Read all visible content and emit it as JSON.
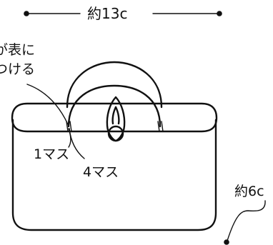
{
  "dimensions": {
    "width_label": "約13c",
    "depth_label": "約6c"
  },
  "annotations": {
    "label_line1": "が表に",
    "label_line2": "つける",
    "stitch_small": "1マス",
    "stitch_large": "4マス"
  },
  "colors": {
    "line": "#111111",
    "background": "#ffffff"
  }
}
